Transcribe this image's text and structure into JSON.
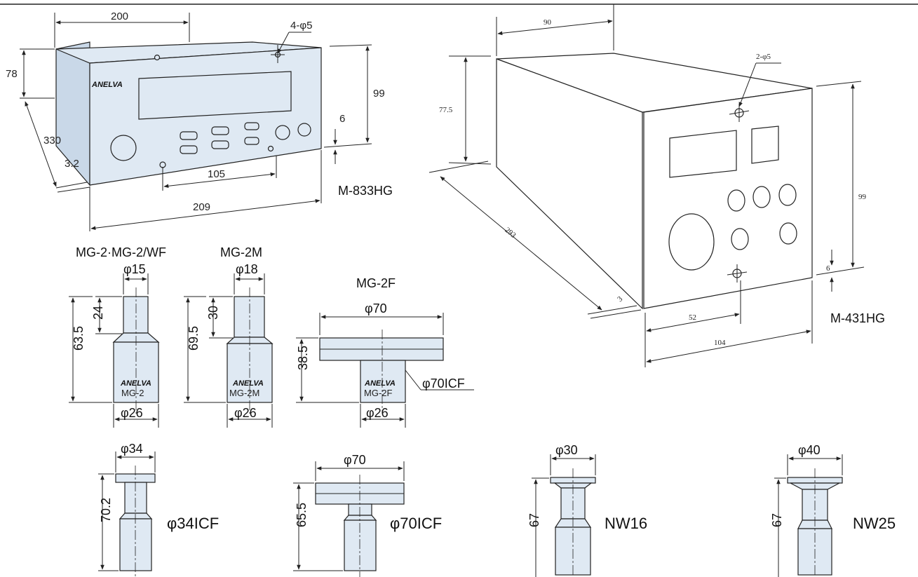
{
  "controllers": {
    "m833": {
      "label": "M-833HG",
      "brand": "ANELVA",
      "dims": {
        "width_top": "200",
        "holes": "4-φ5",
        "height_side": "78",
        "height_front": "99",
        "offset": "6",
        "depth": "330",
        "thickness": "3.2",
        "hole_pitch": "105",
        "width_front": "209"
      }
    },
    "m431": {
      "label": "M-431HG",
      "dims": {
        "width_top": "90",
        "holes": "2-φ5",
        "height_side": "77.5",
        "height_front": "99",
        "offset": "6",
        "depth": "293",
        "thickness": "3",
        "hole_pitch": "52",
        "width_front": "104"
      }
    }
  },
  "gauges": {
    "mg2": {
      "title": "MG-2·MG-2/WF",
      "top_dia": "φ15",
      "upper_len": "24",
      "total_len": "63.5",
      "bottom_dia": "φ26",
      "badge": "MG-2"
    },
    "mg2m": {
      "title": "MG-2M",
      "top_dia": "φ18",
      "upper_len": "30",
      "total_len": "69.5",
      "bottom_dia": "φ26",
      "badge": "MG-2M"
    },
    "mg2f": {
      "title": "MG-2F",
      "flange_dia": "φ70",
      "total_len": "38.5",
      "flange_label": "φ70ICF",
      "bottom_dia": "φ26",
      "badge": "MG-2F"
    },
    "icf34": {
      "top_dia": "φ34",
      "total_len": "70.2",
      "label": "φ34ICF"
    },
    "icf70": {
      "top_dia": "φ70",
      "total_len": "65.5",
      "label": "φ70ICF"
    },
    "nw16": {
      "top_dia": "φ30",
      "total_len": "67",
      "label": "NW16"
    },
    "nw25": {
      "top_dia": "φ40",
      "total_len": "67",
      "label": "NW25"
    }
  }
}
